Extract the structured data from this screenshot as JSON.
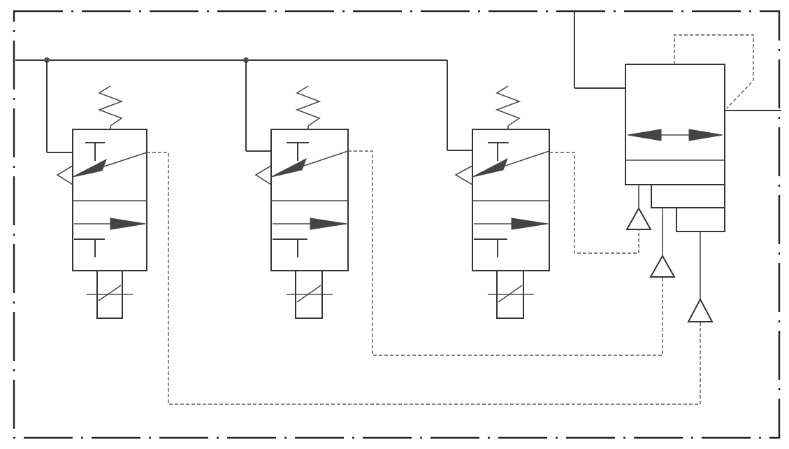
{
  "diagram": {
    "type": "pneumatic-circuit",
    "colors": {
      "line": "#3a3a3a",
      "pilot": "#555555",
      "background": "#ffffff"
    },
    "valves": [
      {
        "id": "valve-1",
        "kind": "3/2 solenoid valve, spring return"
      },
      {
        "id": "valve-2",
        "kind": "3/2 solenoid valve, spring return"
      },
      {
        "id": "valve-3",
        "kind": "3/2 solenoid valve, spring return"
      }
    ],
    "logic_block": {
      "kind": "pilot-operated valve with 3 pilot inputs"
    },
    "pilot_lines": 3
  }
}
